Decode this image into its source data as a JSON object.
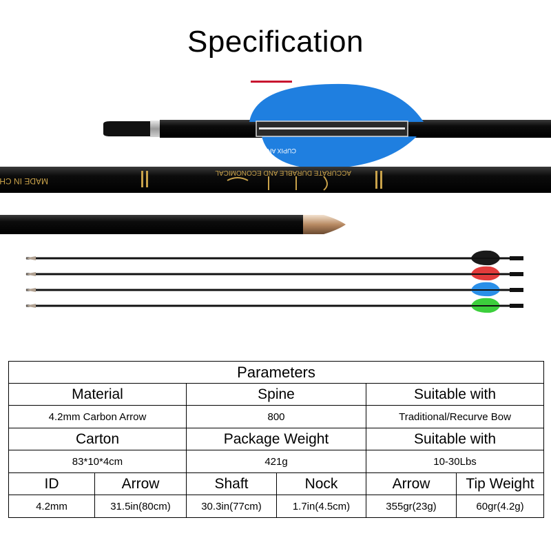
{
  "page": {
    "title": "Specification",
    "accent_color": "#c8102e"
  },
  "product_images": {
    "fletching_colors": [
      "#1f7fe0",
      "#1a1a1a",
      "#e23b3b",
      "#2a8fe8",
      "#3ccf3c"
    ],
    "shaft_print_line1": "MADE IN CHINA",
    "shaft_print_line2": "ACCURATE DURABLE AND ECONOMICAL",
    "fletching_logo": "CUPIX ARCHERY"
  },
  "table": {
    "title": "Parameters",
    "row1_headers": [
      "Material",
      "Spine",
      "Suitable with"
    ],
    "row1_values": [
      "4.2mm Carbon Arrow",
      "800",
      "Traditional/Recurve Bow"
    ],
    "row2_headers": [
      "Carton",
      "Package Weight",
      "Suitable with"
    ],
    "row2_values": [
      "83*10*4cm",
      "421g",
      "10-30Lbs"
    ],
    "row3_headers": [
      "ID",
      "Arrow",
      "Shaft",
      "Nock",
      "Arrow",
      "Tip Weight"
    ],
    "row3_values": [
      "4.2mm",
      "31.5in(80cm)",
      "30.3in(77cm)",
      "1.7in(4.5cm)",
      "355gr(23g)",
      "60gr(4.2g)"
    ]
  }
}
